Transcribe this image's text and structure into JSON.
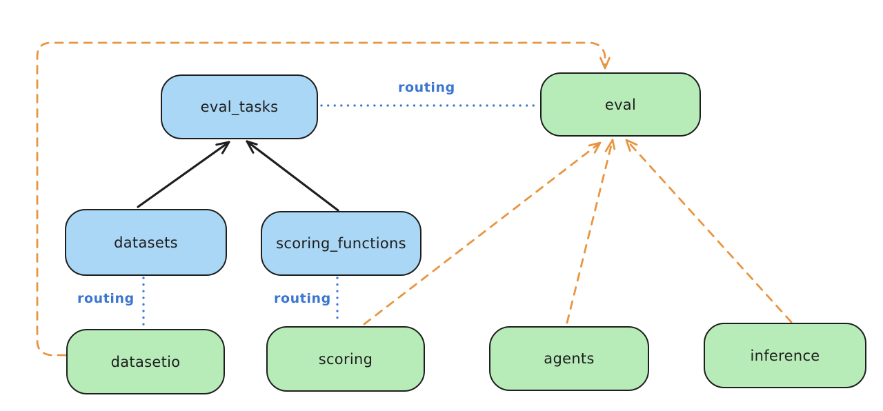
{
  "nodes": {
    "eval_tasks": {
      "label": "eval_tasks",
      "kind": "api"
    },
    "eval": {
      "label": "eval",
      "kind": "provider"
    },
    "datasets": {
      "label": "datasets",
      "kind": "api"
    },
    "scoring_functions": {
      "label": "scoring_functions",
      "kind": "api"
    },
    "datasetio": {
      "label": "datasetio",
      "kind": "provider"
    },
    "scoring": {
      "label": "scoring",
      "kind": "provider"
    },
    "agents": {
      "label": "agents",
      "kind": "provider"
    },
    "inference": {
      "label": "inference",
      "kind": "provider"
    }
  },
  "edge_labels": {
    "eval_tasks_to_eval": "routing",
    "datasets_to_datasetio": "routing",
    "scoring_functions_to_scoring": "routing"
  },
  "colors": {
    "api_node_fill": "#a9d7f5",
    "provider_node_fill": "#b7ecb8",
    "node_stroke": "#1e1e1e",
    "routing_line": "#3a76d0",
    "dependency_line": "#e8953f",
    "inheritance_line": "#1e1e1e",
    "background": "#ffffff"
  }
}
